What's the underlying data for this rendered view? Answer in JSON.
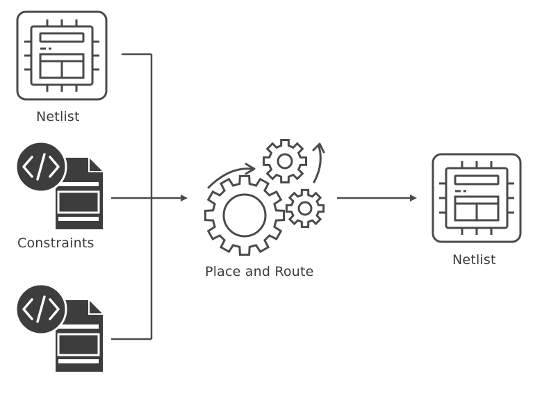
{
  "diagram": {
    "colors": {
      "stroke": "#4a4a4a",
      "fill": "#3d3d3d",
      "background": "#ffffff"
    },
    "inputs": [
      {
        "icon": "chip-icon",
        "label": "Netlist"
      },
      {
        "icon": "code-document-icon",
        "label": "Constraints"
      },
      {
        "icon": "code-document-icon",
        "label": ""
      }
    ],
    "process": {
      "icon": "gears-icon",
      "label": "Place and Route"
    },
    "output": {
      "icon": "chip-icon",
      "label": "Netlist"
    }
  }
}
